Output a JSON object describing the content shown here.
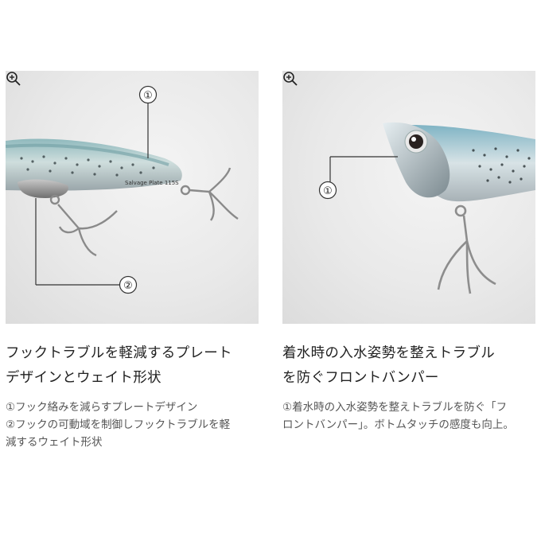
{
  "cards": [
    {
      "callouts": [
        "①",
        "②"
      ],
      "lure_print": "Salvage Plate 115S",
      "zoom_icon": "zoom-in-icon",
      "title_line1": "フックトラブルを軽減するプレート",
      "title_line2": "デザインとウェイト形状",
      "desc_line1": "①フック絡みを減らすプレートデザイン",
      "desc_line2": "②フックの可動域を制御しフックトラブルを軽",
      "desc_line3": "減するウェイト形状"
    },
    {
      "callouts": [
        "①"
      ],
      "zoom_icon": "zoom-in-icon",
      "title_line1": "着水時の入水姿勢を整えトラブル",
      "title_line2": "を防ぐフロントバンパー",
      "desc_line1": "①着水時の入水姿勢を整えトラブルを防ぐ「フ",
      "desc_line2": "ロントバンパー」。ボトムタッチの感度も向上。"
    }
  ],
  "colors": {
    "background": "#ffffff",
    "photo_bg": "#e9e9e9",
    "title": "#222222",
    "desc": "#555555",
    "callout_line": "#333333"
  }
}
